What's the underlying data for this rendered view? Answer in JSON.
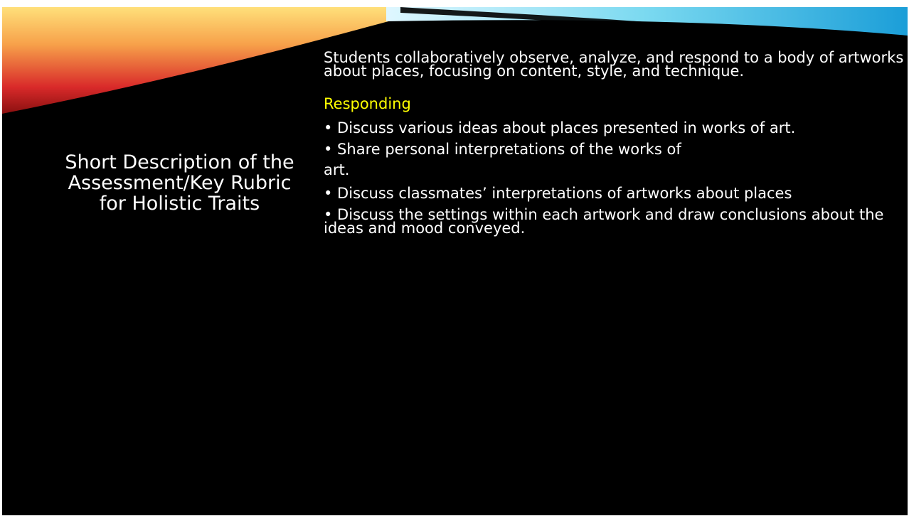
{
  "slide": {
    "title": "Short Description of the Assessment/Key Rubric for Holistic Traits",
    "intro": "Students collaboratively observe, analyze, and respond to a body of artworks about places, focusing on content, style, and technique.",
    "section_heading": "Responding",
    "bullets": [
      "• Discuss various ideas about places presented in works of art.",
      "• Share personal interpretations of the works of",
      "art.",
      "• Discuss classmates’ interpretations of artworks about places",
      "• Discuss the settings within each artwork and draw conclusions about the ideas and mood conveyed."
    ]
  },
  "colors": {
    "background": "#000000",
    "text": "#ffffff",
    "heading": "#ffff00",
    "swoosh_warm": [
      "#ffe07a",
      "#f7a14a",
      "#d92a2a"
    ],
    "swoosh_cool": [
      "#7ad9f0",
      "#1b9ed8"
    ]
  }
}
